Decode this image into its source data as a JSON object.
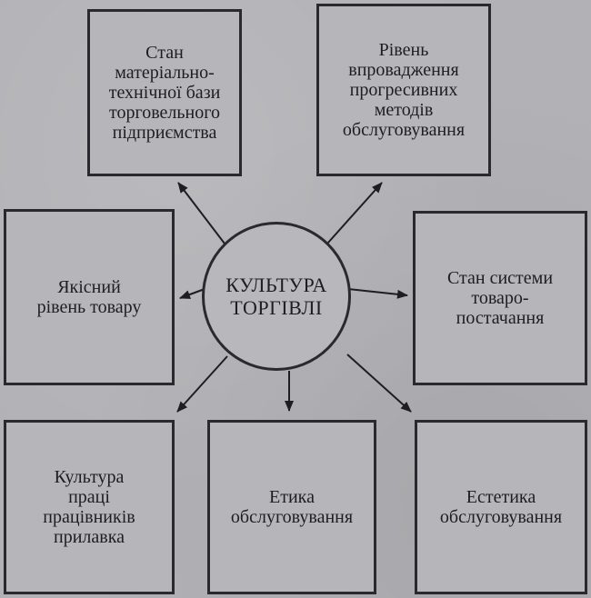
{
  "center": {
    "label": "КУЛЬТУРА\nТОРГІВЛІ"
  },
  "boxes": {
    "material_base": "Стан\nматеріально-\nтехнічної бази\nторговельного\nпідприємства",
    "progressive_methods": "Рівень\nвпровадження\nпрогресивних\nметодів\nобслуговування",
    "goods_quality": "Якісний\nрівень товару",
    "supply_system": "Стан системи\nтоваро-\nпостачання",
    "labor_culture": "Культура\nпраці\nпрацівників\nприлавка",
    "service_ethics": "Етика\nобслуговування",
    "service_aesthetics": "Естетика\nобслуговування"
  }
}
